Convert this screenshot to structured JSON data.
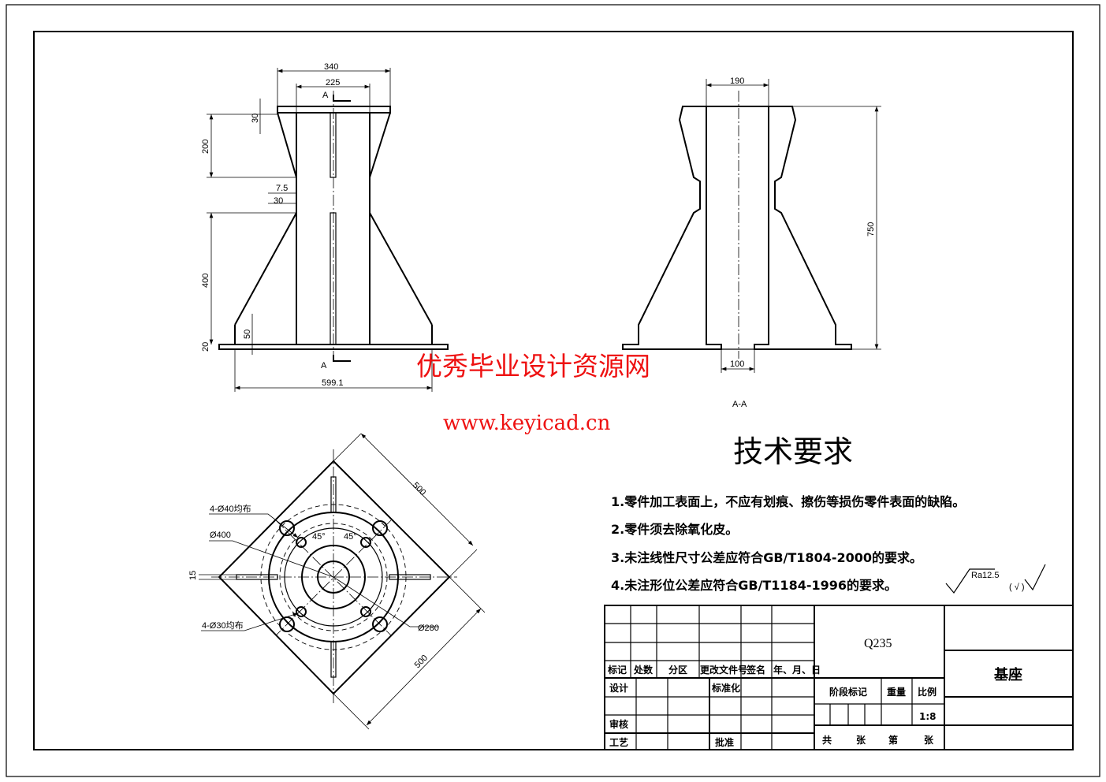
{
  "front_view": {
    "dims": {
      "d340": "340",
      "d225": "225",
      "d30a": "30",
      "d200": "200",
      "d7_5": "7.5",
      "d30b": "30",
      "d400": "400",
      "d50": "50",
      "d20": "20",
      "d599": "599.1"
    },
    "section_mark_top": "A",
    "section_mark_bottom": "A"
  },
  "section_view": {
    "d190": "190",
    "d750": "750",
    "d100": "100",
    "label": "A-A"
  },
  "top_view": {
    "holes_large": "4-Ø40均布",
    "pcd": "Ø400",
    "angle_left": "45°",
    "angle_right": "45°",
    "width_15": "15",
    "holes_small": "4-Ø30均布",
    "d280": "Ø280",
    "side_a": "500",
    "side_b": "500"
  },
  "watermark": {
    "cn": "优秀毕业设计资源网",
    "url": "www.keyicad.cn"
  },
  "requirements": {
    "title": "技术要求",
    "items": [
      "1.零件加工表面上，不应有划痕、擦伤等损伤零件表面的缺陷。",
      "2.零件须去除氧化皮。",
      "3.未注线性尺寸公差应符合GB/T1804-2000的要求。",
      "4.未注形位公差应符合GB/T1184-1996的要求。"
    ],
    "roughness": "Ra12.5",
    "roughness_other": "( √ )"
  },
  "title_block": {
    "material": "Q235",
    "part_name": "基座",
    "scale": "1:8",
    "headers": [
      "标记",
      "处数",
      "分区",
      "更改文件号",
      "签名",
      "年、月、日"
    ],
    "design": "设计",
    "standardize": "标准化",
    "review": "审核",
    "process": "工艺",
    "approve": "批准",
    "stage": "阶段标记",
    "weight": "重量",
    "ratio": "比例",
    "total": "共",
    "sheets": "张",
    "nth": "第",
    "sheet": "张"
  }
}
